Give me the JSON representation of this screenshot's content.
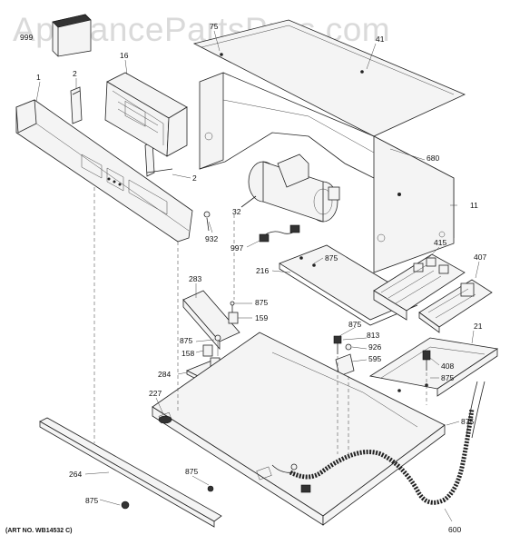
{
  "watermark": "AppliancePartsPros.com",
  "art_number": "(ART NO. WB14532 C)",
  "labels": {
    "l999": "999",
    "l75": "75",
    "l41": "41",
    "l1": "1",
    "l2a": "2",
    "l16": "16",
    "l680": "680",
    "l2b": "2",
    "l11": "11",
    "l32": "32",
    "l932": "932",
    "l997": "997",
    "l875a": "875",
    "l415": "415",
    "l216": "216",
    "l407": "407",
    "l283": "283",
    "l875b": "875",
    "l159": "159",
    "l875c": "875",
    "l813": "813",
    "l875d": "875",
    "l926": "926",
    "l158": "158",
    "l21": "21",
    "l595": "595",
    "l408": "408",
    "l284": "284",
    "l875e": "875",
    "l227": "227",
    "l875f": "875",
    "l264": "264",
    "l875g": "875",
    "l875h": "875",
    "l600": "600"
  }
}
